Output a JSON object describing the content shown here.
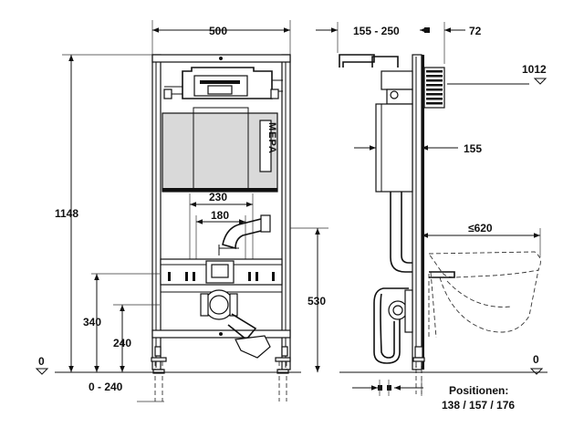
{
  "dimensions": {
    "width": "500",
    "height": "1148",
    "flush_spacing": "230",
    "bolt_spacing": "180",
    "drain_height": "340",
    "supply_height": "240",
    "floor_offset": "0 - 240",
    "fixing_height": "530",
    "wall_depth": "155 - 250",
    "top_offset": "72",
    "top_height": "1012",
    "cistern_depth": "155",
    "bowl_projection": "≤620",
    "zero_left": "0",
    "zero_right": "0"
  },
  "positions": {
    "label": "Positionen:",
    "values": "138 / 157 / 176"
  },
  "logo": "MEPA"
}
